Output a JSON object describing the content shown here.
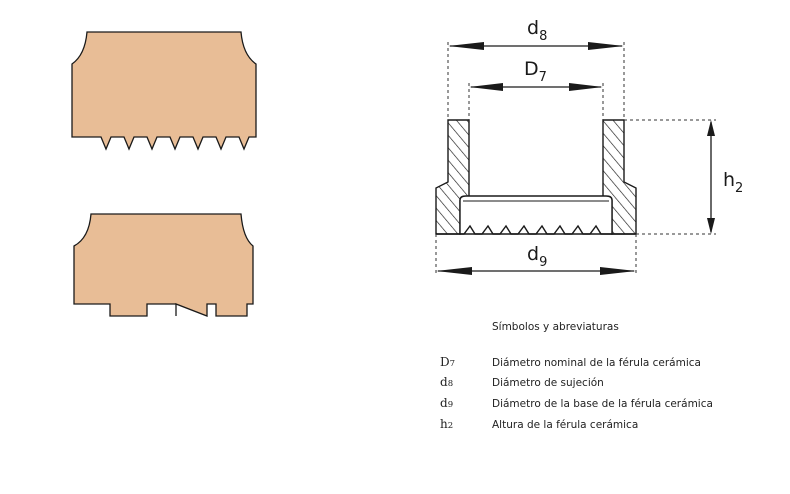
{
  "colors": {
    "ferrule_fill": "#e8bd96",
    "outline": "#1a1a1a",
    "dashed": "#333333"
  },
  "dimensions": {
    "d8": {
      "main": "d",
      "sub": "8"
    },
    "D7": {
      "main": "D",
      "sub": "7"
    },
    "h2": {
      "main": "h",
      "sub": "2"
    },
    "d9": {
      "main": "d",
      "sub": "9"
    }
  },
  "legend": {
    "title": "Símbolos y abreviaturas",
    "items": [
      {
        "sym": "D",
        "sub": "7",
        "desc": "Diámetro nominal de la férula cerámica"
      },
      {
        "sym": "d",
        "sub": "8",
        "desc": "Diámetro de sujeción"
      },
      {
        "sym": "d",
        "sub": "9",
        "desc": "Diámetro de la base de la férula cerámica"
      },
      {
        "sym": "h",
        "sub": "2",
        "desc": "Altura de la férula cerámica"
      }
    ]
  }
}
